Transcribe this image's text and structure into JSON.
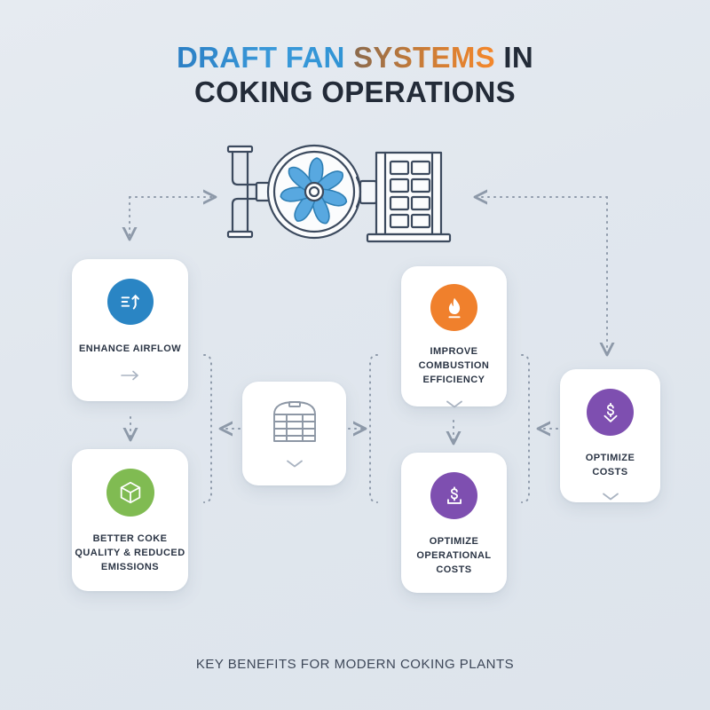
{
  "background": {
    "color_top": "#e6ebf1",
    "color_bottom": "#dde4ec"
  },
  "title": {
    "line1_part1": "DRAFT FAN ",
    "line1_part2": "SYSTEMS",
    "line1_part3": " IN",
    "line2": "COKING OPERATIONS",
    "accent_blue": "#2f93d4",
    "accent_orange": "#f5872a",
    "text_dark": "#232b38"
  },
  "hero": {
    "name": "draft-fan-illustration",
    "blade_color": "#4ea3dd",
    "outline_color": "#3c4a5e"
  },
  "cards": [
    {
      "id": "enhance-airflow",
      "label": "ENHANCE AIRFLOW",
      "icon": "airflow-arrow-icon",
      "icon_color": "#2a85c4",
      "indicator": "arrow-right"
    },
    {
      "id": "better-coke",
      "label": "BETTER COKE\nQUALITY & REDUCED\nEMISSIONS",
      "icon": "cube-icon",
      "icon_color": "#80bb52",
      "indicator": "none"
    },
    {
      "id": "coking-oven",
      "label": "",
      "icon": "coking-oven-icon",
      "icon_color": "#8d97a5",
      "indicator": "chevron-down"
    },
    {
      "id": "improve-combustion",
      "label": "IMPROVE\nCOMBUSTION\nEFFICIENCY",
      "icon": "flame-icon",
      "icon_color": "#f0802c",
      "indicator": "chevron-down"
    },
    {
      "id": "optimize-operational",
      "label": "OPTIMIZE\nOPERATIONAL\nCOSTS",
      "icon": "dollar-tray-icon",
      "icon_color": "#7e4fb0",
      "indicator": "none"
    },
    {
      "id": "optimize-costs",
      "label": "OPTIMIZE\nCOSTS",
      "icon": "dollar-down-arrow-icon",
      "icon_color": "#7e4fb0",
      "indicator": "chevron-down"
    }
  ],
  "connectors": {
    "color": "#8d99a9",
    "style": "dotted",
    "arrows": [
      "fan-to-left-down",
      "fan-to-right-down",
      "enhance-to-better-down",
      "left-group-to-oven-left",
      "oven-to-right-group-right",
      "combustion-to-operational-down",
      "right-group-to-optimize-left"
    ]
  },
  "footer": {
    "caption": "KEY BENEFITS FOR MODERN COKING PLANTS"
  }
}
